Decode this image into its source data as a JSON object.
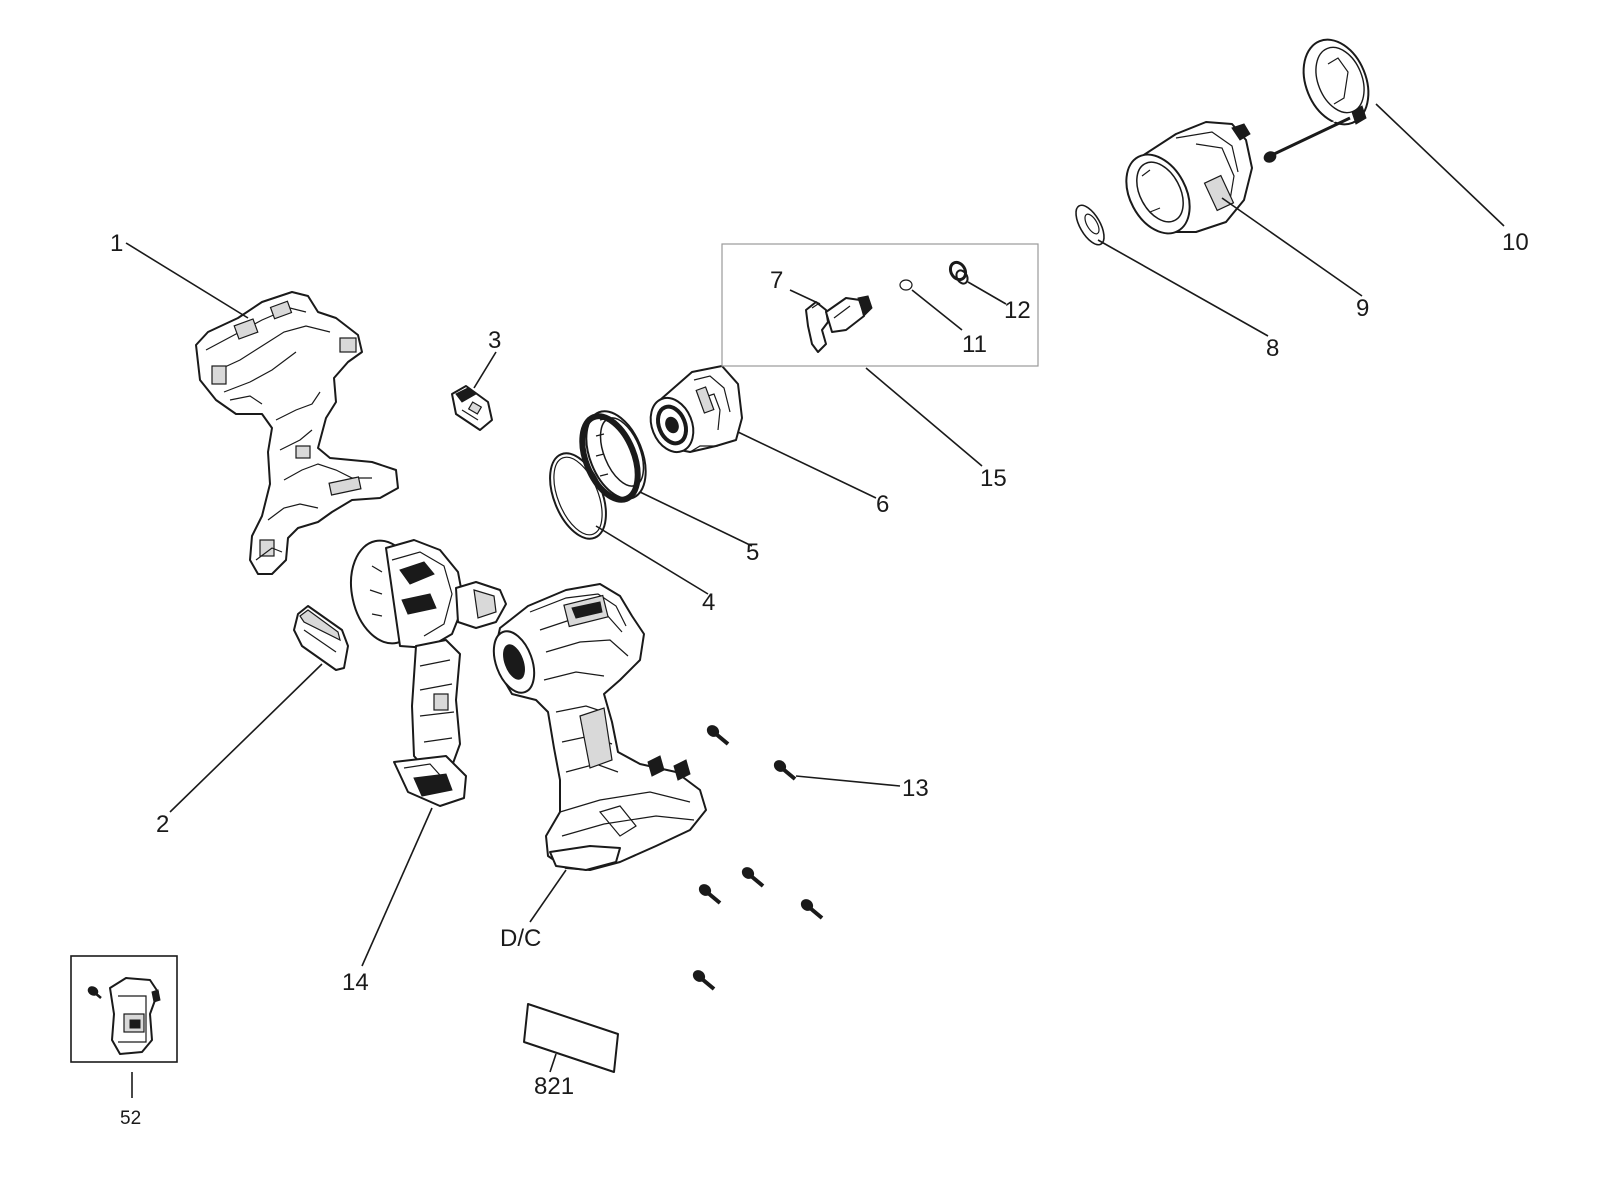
{
  "diagram": {
    "type": "exploded-parts-view",
    "callouts": [
      {
        "id": "1",
        "label": "1"
      },
      {
        "id": "2",
        "label": "2"
      },
      {
        "id": "3",
        "label": "3"
      },
      {
        "id": "4",
        "label": "4"
      },
      {
        "id": "5",
        "label": "5"
      },
      {
        "id": "6",
        "label": "6"
      },
      {
        "id": "7",
        "label": "7"
      },
      {
        "id": "8",
        "label": "8"
      },
      {
        "id": "9",
        "label": "9"
      },
      {
        "id": "10",
        "label": "10"
      },
      {
        "id": "11",
        "label": "11"
      },
      {
        "id": "12",
        "label": "12"
      },
      {
        "id": "13",
        "label": "13"
      },
      {
        "id": "14",
        "label": "14"
      },
      {
        "id": "15",
        "label": "15"
      },
      {
        "id": "dc",
        "label": "D/C"
      },
      {
        "id": "52",
        "label": "52"
      },
      {
        "id": "821",
        "label": "821"
      }
    ]
  }
}
